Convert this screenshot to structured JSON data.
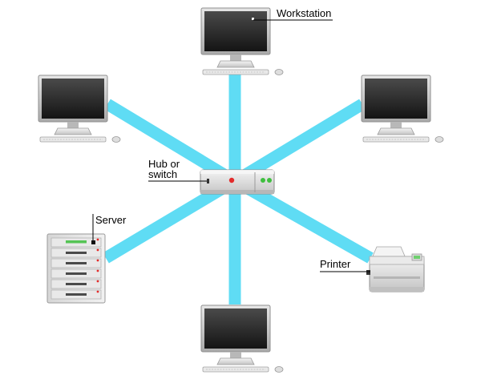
{
  "colors": {
    "link": "#5fdcf4",
    "screen_dark": "#1f1f1f",
    "bezel": "#c9c9c9",
    "device_body": "#e4e4e4",
    "led_red": "#e32b2b",
    "led_green": "#3fbf3f",
    "leader_line": "#000000"
  },
  "labels": {
    "workstation": "Workstation",
    "hub_line1": "Hub or",
    "hub_line2": "switch",
    "server": "Server",
    "printer": "Printer"
  },
  "icons": {
    "computer": "monitor-icon",
    "hub": "network-switch-icon",
    "server": "server-rack-icon",
    "printer": "printer-icon"
  },
  "topology": "star"
}
